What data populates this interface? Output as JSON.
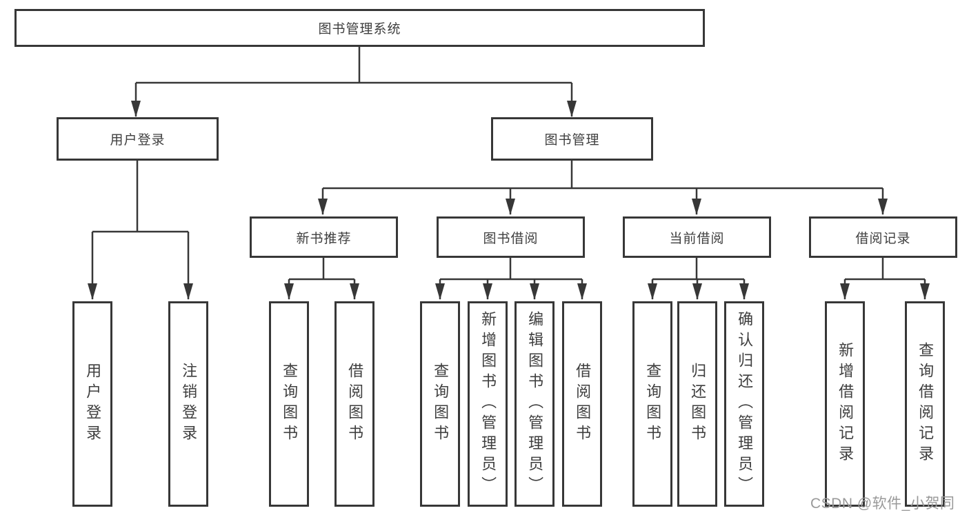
{
  "title": "图书管理系统",
  "nodes": {
    "root": "图书管理系统",
    "user_login": "用户登录",
    "book_mgmt": "图书管理",
    "new_book_rec": "新书推荐",
    "book_borrow": "图书借阅",
    "current_borrow": "当前借阅",
    "borrow_records": "借阅记录",
    "leaves": [
      "用户登录",
      "注销登录",
      "查询图书",
      "借阅图书",
      "查询图书",
      "新增图书（管理员）",
      "编辑图书（管理员）",
      "借阅图书",
      "查询图书",
      "归还图书",
      "确认归还（管理员）",
      "新增借阅记录",
      "查询借阅记录"
    ]
  },
  "watermark": "CSDN @软件_小贺同学",
  "colors": {
    "line": "#373737",
    "text": "#3e3e3e",
    "watermark": "#999999",
    "background": "#ffffff"
  }
}
